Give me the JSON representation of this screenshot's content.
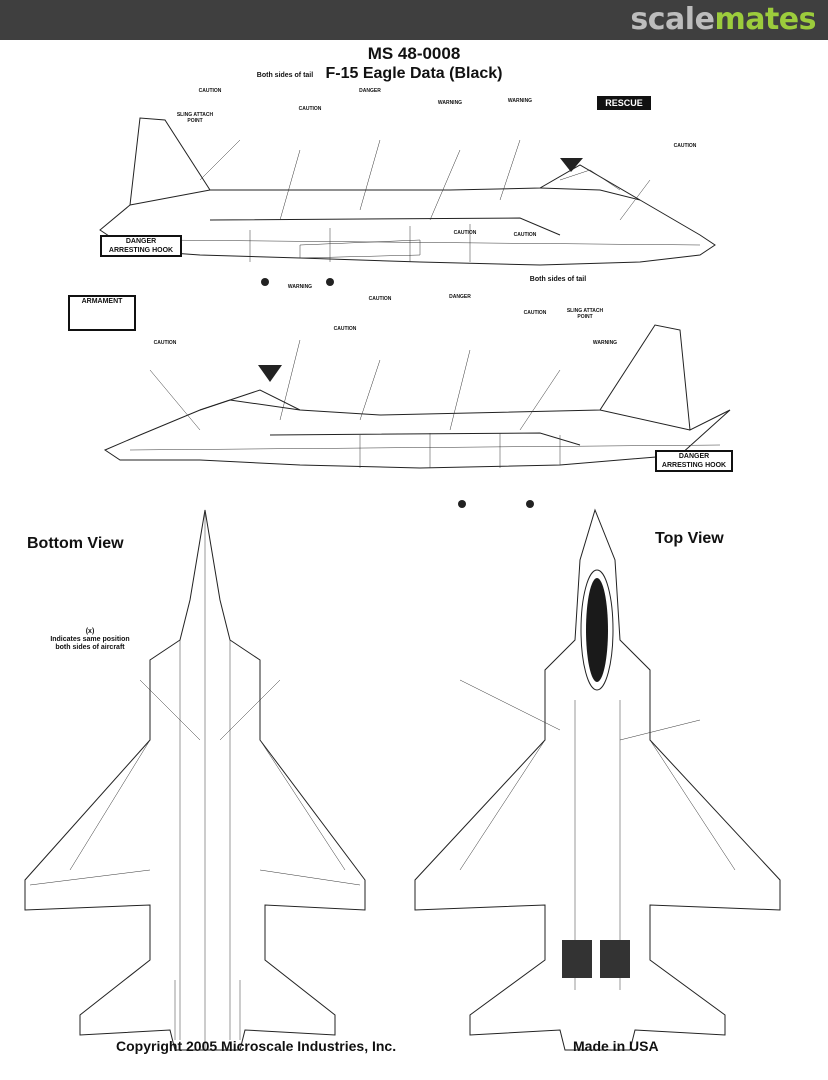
{
  "site": {
    "logo_part1": "scale",
    "logo_part2": "mates"
  },
  "header": {
    "product_code": "MS 48-0008",
    "title": "F-15 Eagle Data (Black)"
  },
  "views": {
    "bottom": "Bottom View",
    "top": "Top View"
  },
  "side_view_1": {
    "danger_box": "DANGER\nARRESTING HOOK",
    "rescue": "RESCUE",
    "both_sides": "Both sides of tail",
    "labels": [
      "CAUTION",
      "DANGER",
      "WARNING",
      "CAUTION",
      "WARNING",
      "CAUTION",
      "CAUTION",
      "CAUTION",
      "SLING ATTACH POINT"
    ]
  },
  "side_view_2": {
    "armament": "ARMAMENT",
    "danger_box": "DANGER\nARRESTING HOOK",
    "both_sides": "Both sides of tail",
    "labels": [
      "WARNING",
      "CAUTION",
      "CAUTION",
      "DANGER",
      "CAUTION",
      "CAUTION",
      "WARNING",
      "SLING ATTACH POINT"
    ]
  },
  "bottom_view": {
    "note": "(x)\nIndicates same position\nboth sides of aircraft"
  },
  "footer": {
    "copyright": "Copyright 2005 Microscale Industries, Inc.",
    "made_in": "Made in USA"
  }
}
